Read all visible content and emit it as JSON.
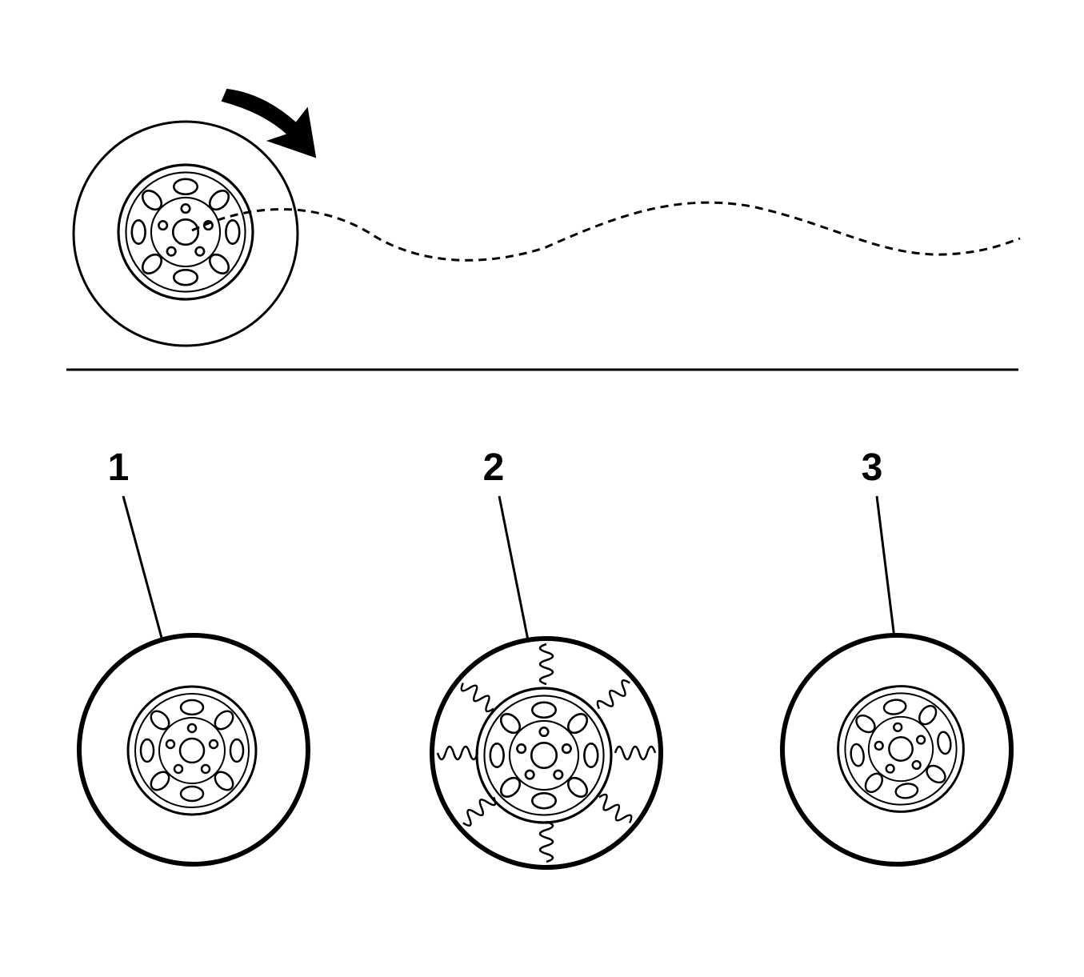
{
  "callouts": [
    {
      "label": "1"
    },
    {
      "label": "2"
    },
    {
      "label": "3"
    }
  ],
  "colors": {
    "ink": "#000000",
    "background": "#ffffff"
  }
}
